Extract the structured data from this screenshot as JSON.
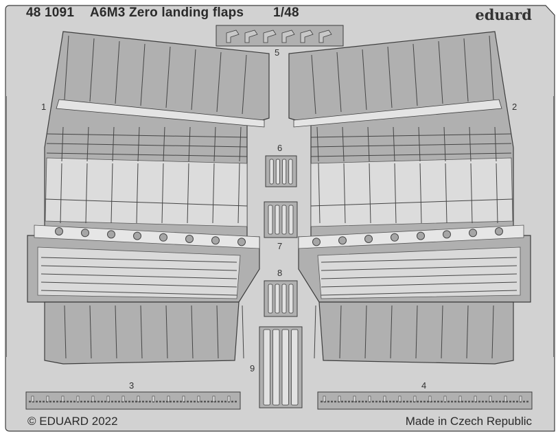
{
  "header": {
    "catalog_number": "48 1091",
    "title": "A6M3 Zero landing flaps",
    "scale": "1/48",
    "brand": "eduard"
  },
  "part_numbers": [
    "1",
    "2",
    "3",
    "4",
    "5",
    "6",
    "7",
    "8",
    "9"
  ],
  "footer": {
    "copyright": "© EDUARD 2022",
    "origin": "Made in Czech Republic"
  },
  "colors": {
    "fret": "#d2d2d2",
    "part": "#b0b0b0",
    "part_dark": "#8f8f8f",
    "outline": "#3c3c3c",
    "text": "#2a2a2a"
  }
}
